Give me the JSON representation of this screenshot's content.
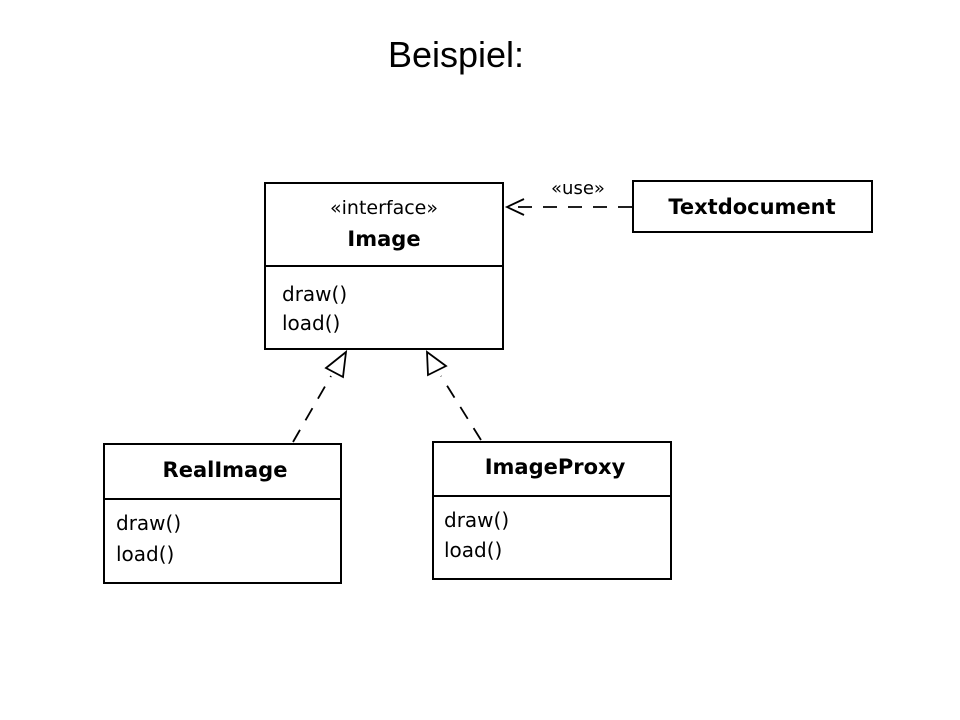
{
  "title": "Beispiel:",
  "diagram": {
    "image": {
      "stereotype": "«interface»",
      "name": "Image",
      "operations": [
        "draw()",
        "load()"
      ]
    },
    "textdocument": {
      "name": "Textdocument"
    },
    "use_label": "«use»",
    "realimage": {
      "name": "RealImage",
      "operations": [
        "draw()",
        "load()"
      ]
    },
    "imageproxy": {
      "name": "ImageProxy",
      "operations": [
        "draw()",
        "load()"
      ]
    }
  }
}
